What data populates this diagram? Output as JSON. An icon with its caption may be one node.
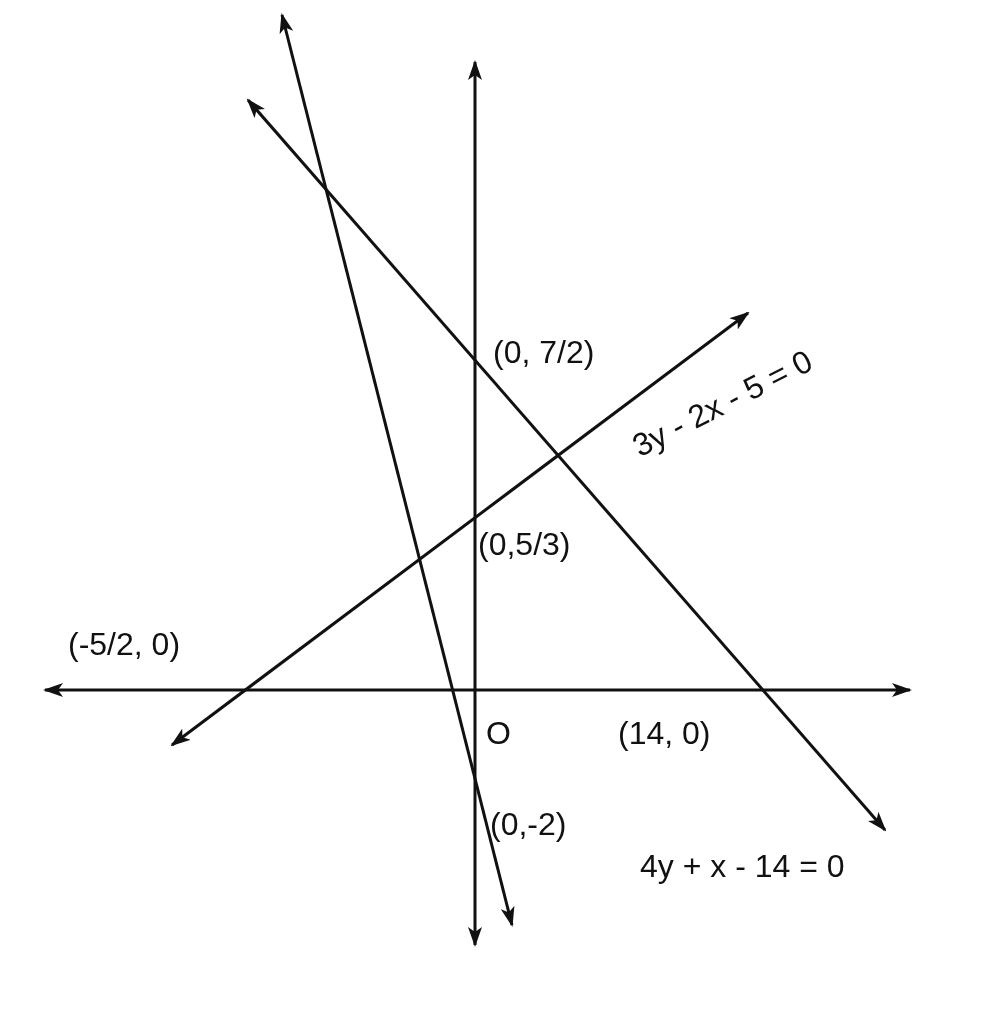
{
  "diagram": {
    "labels": [
      "(0, 7/2)",
      "3y - 2x - 5 = 0",
      "(0,5/3)",
      "(-5/2, 0)",
      "O",
      "(14, 0)",
      "(0,-2)",
      "4y + x - 14 = 0"
    ]
  }
}
